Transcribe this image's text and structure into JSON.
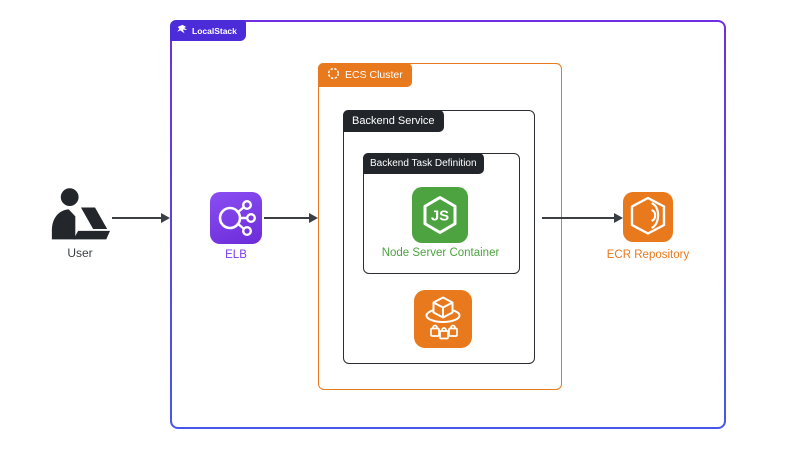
{
  "localstack": {
    "label": "LocalStack",
    "tag_color": "#4c2bd9",
    "border_top_color": "#6e30e2",
    "border_bottom_color": "#4858e6"
  },
  "ecs_cluster": {
    "label": "ECS Cluster",
    "color": "#e8791d"
  },
  "backend_service": {
    "label": "Backend Service",
    "color": "#22262b"
  },
  "backend_task_definition": {
    "label": "Backend Task Definition",
    "color": "#22262b"
  },
  "node_container": {
    "label": "Node Server Container",
    "color": "#4ca340",
    "icon": "nodejs-hexagon-js-icon"
  },
  "ecs_service": {
    "icon": "ecs-service-cubes-icon",
    "color": "#e8791d"
  },
  "elb": {
    "label": "ELB",
    "color": "#7b3bf0",
    "icon": "load-balancer-icon"
  },
  "ecr_repository": {
    "label": "ECR Repository",
    "color": "#e8791d",
    "icon": "ecr-cube-icon"
  },
  "user": {
    "label": "User",
    "color": "#3a3f45",
    "icon": "person-at-laptop-icon"
  },
  "arrows": {
    "color": "#3a3f45",
    "connections": [
      "user to localstack",
      "elb to ecs-cluster",
      "backend-service to ecr-repository"
    ]
  }
}
